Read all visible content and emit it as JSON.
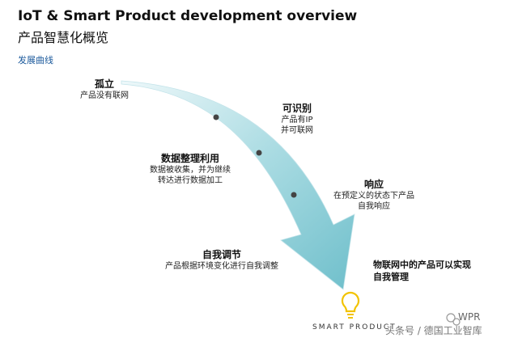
{
  "header": {
    "title": "IoT & Smart Product development overview",
    "subtitle": "产品智慧化概览",
    "section": "发展曲线"
  },
  "stages": [
    {
      "title": "孤立",
      "desc": [
        "产品没有联网"
      ]
    },
    {
      "title": "可识别",
      "desc": [
        "产品有IP",
        "并可联网"
      ]
    },
    {
      "title": "数据整理利用",
      "desc": [
        "数据被收集，并为继续",
        "转达进行数据加工"
      ]
    },
    {
      "title": "响应",
      "desc": [
        "在预定义的状态下产品",
        "自我响应"
      ]
    },
    {
      "title": "自我调节",
      "desc": [
        "产品根据环境变化进行自我调整"
      ]
    }
  ],
  "final_stage": {
    "lines": [
      "物联网中的产品可以实现",
      "自我管理"
    ]
  },
  "brand": "SMART PRODUCT",
  "watermark": {
    "text": "头条号 / 德国工业智库",
    "brand": "WPR"
  },
  "colors": {
    "arrow_light": "#ddf2f5",
    "arrow_dark": "#6fbfcb",
    "bulb": "#f2c300"
  }
}
